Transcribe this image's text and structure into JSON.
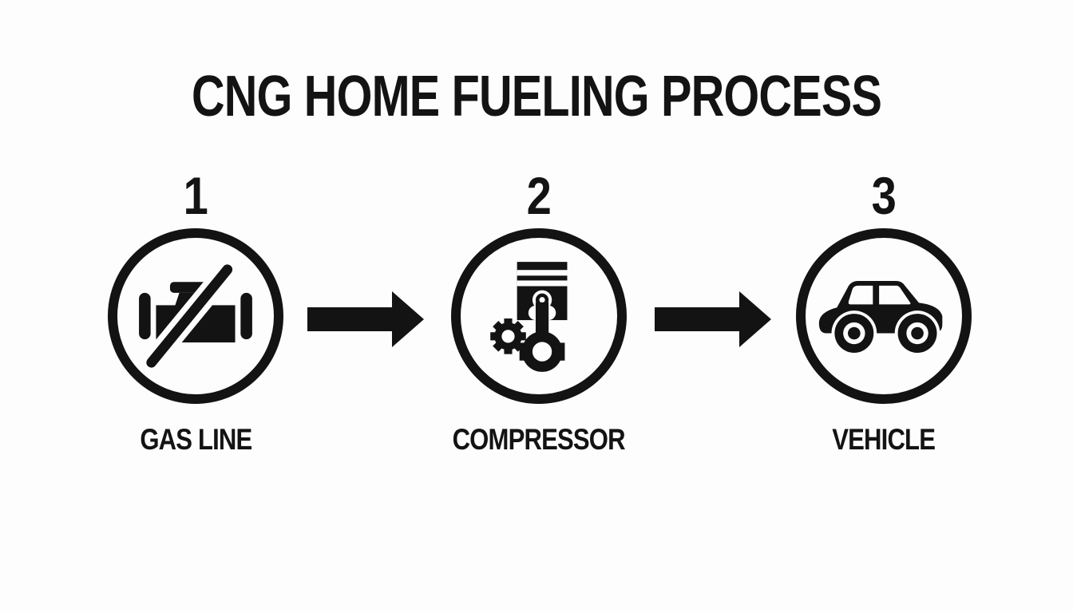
{
  "title": "CNG HOME FUELING PROCESS",
  "colors": {
    "ink": "#131313",
    "background": "#fdfdfd"
  },
  "steps": [
    {
      "number": "1",
      "label": "GAS LINE",
      "icon": "gas-line-icon"
    },
    {
      "number": "2",
      "label": "COMPRESSOR",
      "icon": "compressor-icon"
    },
    {
      "number": "3",
      "label": "VEHICLE",
      "icon": "vehicle-icon"
    }
  ],
  "arrows": [
    {
      "name": "arrow-gas-to-compressor",
      "direction": "right"
    },
    {
      "name": "arrow-compressor-to-vehicle",
      "direction": "right"
    }
  ]
}
